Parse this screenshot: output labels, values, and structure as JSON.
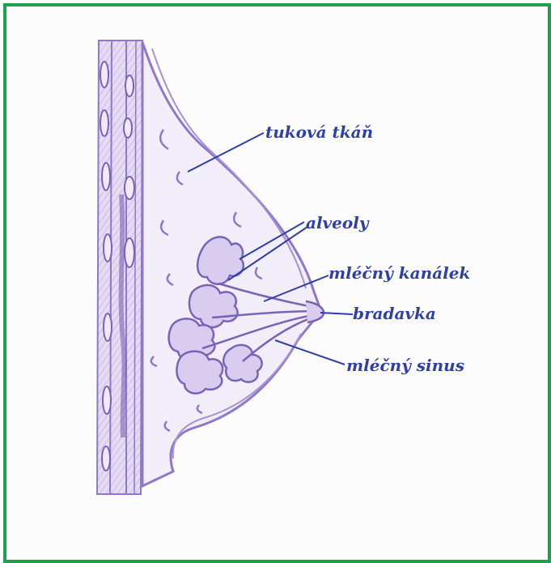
{
  "colors": {
    "frame": "#1aa34a",
    "tissue_outline": "#8f77c9",
    "tissue_fill": "#d8cdee",
    "label_ink": "#2f3fa8"
  },
  "labels": {
    "fatty_tissue": "tuková tkáň",
    "alveoli": "alveoly",
    "milk_duct": "mléčný kanálek",
    "nipple": "bradavka",
    "milk_sinus": "mléčný sinus"
  }
}
